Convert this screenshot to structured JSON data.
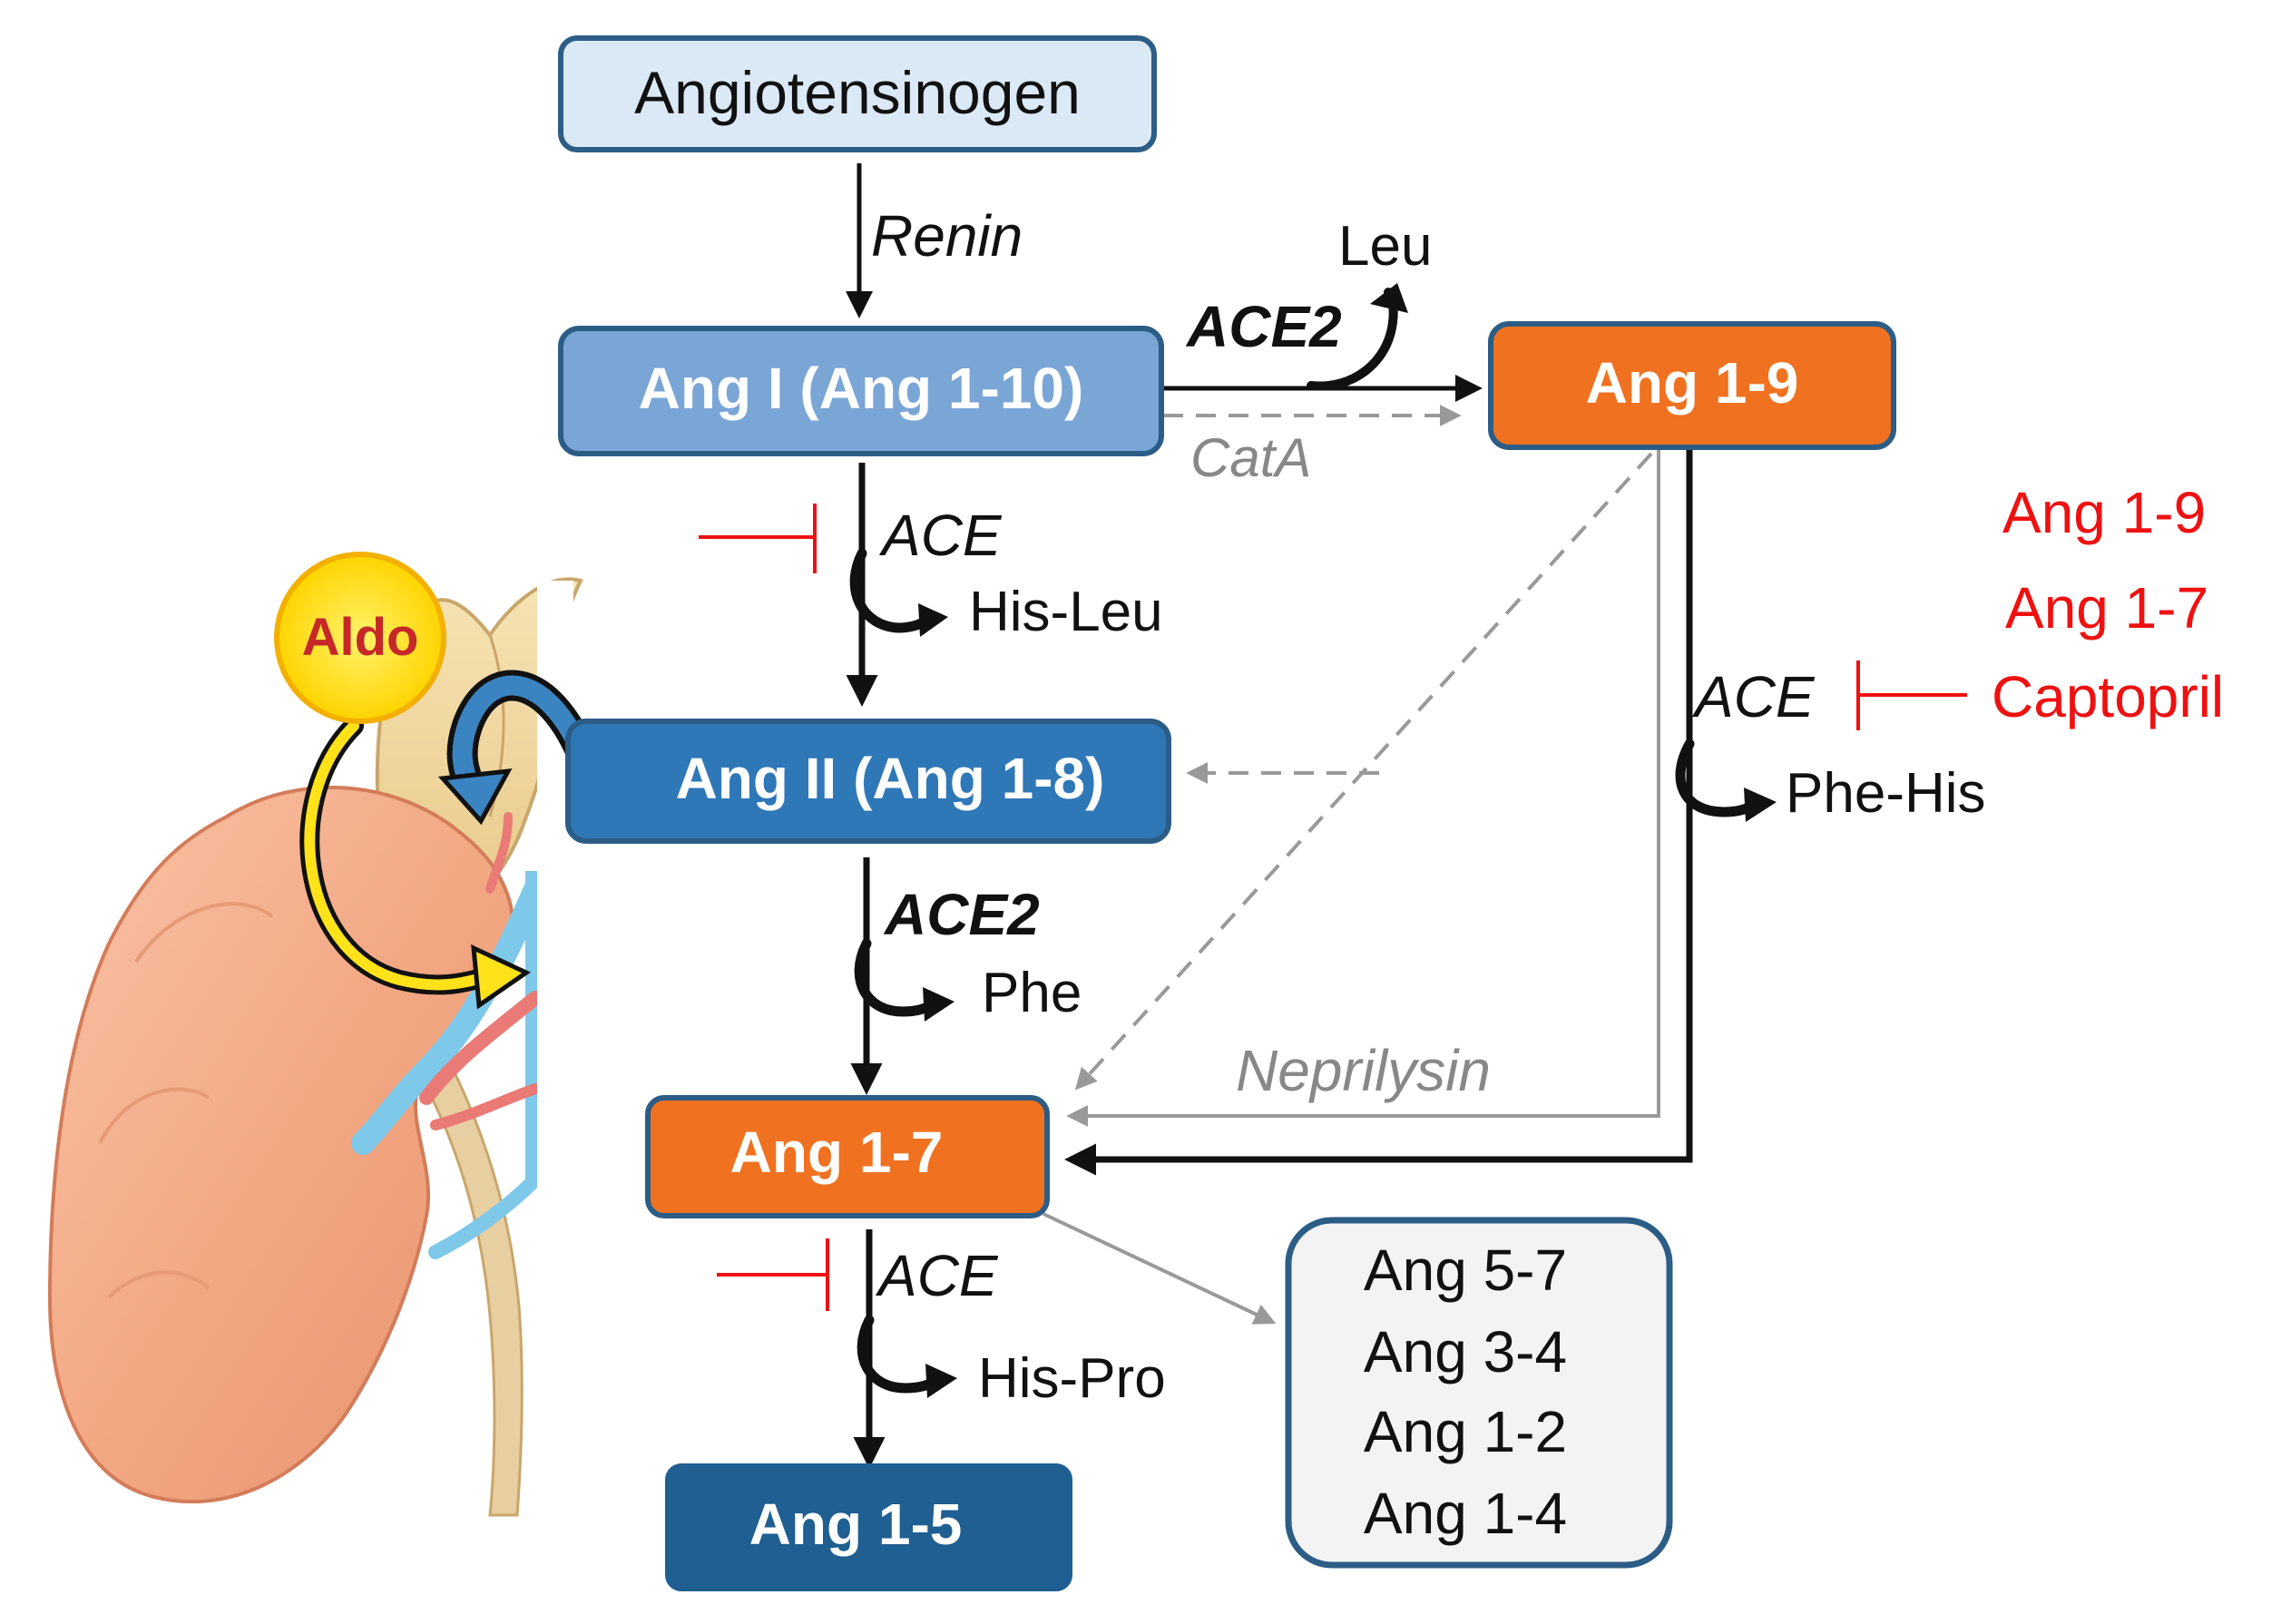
{
  "nodes": {
    "angiotensinogen": "Angiotensinogen",
    "ang_i": "Ang I (Ang 1-10)",
    "ang_1_9": "Ang 1-9",
    "ang_ii": "Ang II (Ang 1-8)",
    "ang_1_7": "Ang 1-7",
    "ang_1_5": "Ang 1-5",
    "fragments": [
      "Ang 5-7",
      "Ang 3-4",
      "Ang 1-2",
      "Ang 1-4"
    ]
  },
  "enzymes": {
    "renin": "Renin",
    "ace2_top": "ACE2",
    "cata": "CatA",
    "ace_1": "ACE",
    "ace2_mid": "ACE2",
    "ace_right": "ACE",
    "ace_bottom": "ACE",
    "neprilysin": "Neprilysin"
  },
  "byproducts": {
    "leu": "Leu",
    "his_leu": "His-Leu",
    "phe": "Phe",
    "phe_his": "Phe-His",
    "his_pro": "His-Pro"
  },
  "inhibitors": [
    "Ang 1-9",
    "Ang 1-7",
    "Captopril"
  ],
  "aldo_label": "Aldo",
  "colors": {
    "light_box": "#dbe9f6",
    "mid_blue": "#7aa6d6",
    "blue": "#2f78b7",
    "dark_blue": "#1f5f92",
    "orange": "#f07220",
    "border": "#2c5d87",
    "inhibitor_red": "#ee1111",
    "dashed_gray": "#8a8a8a",
    "aldo_yellow": "#ffe21a"
  }
}
